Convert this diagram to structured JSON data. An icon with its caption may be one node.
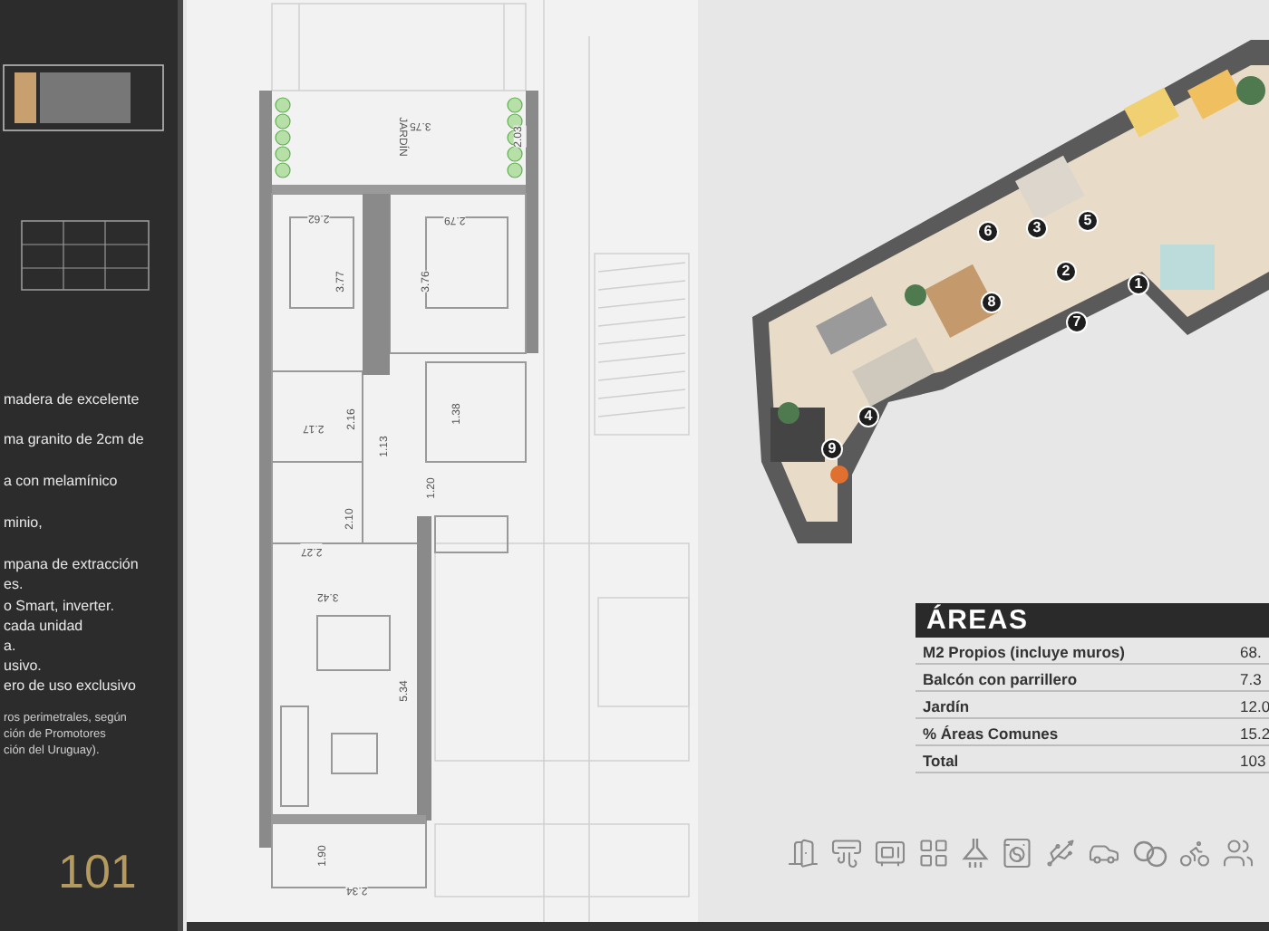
{
  "diagram": {
    "labels": [
      "madera de excelente",
      "ma granito de 2cm de",
      "a con melamínico",
      "minio,",
      "mpana de extracción",
      "es.",
      "o Smart, inverter.",
      "cada unidad",
      "a.",
      "usivo.",
      "ero de uso exclusivo",
      "ros perimetrales, según",
      "ción de Promotores",
      "ción del Uruguay).",
      "101",
      "JARDÍN",
      "3.75",
      "2.03",
      "2.62",
      "2.79",
      "3.77",
      "3.76",
      "2.17",
      "2.16",
      "1.38",
      "1.13",
      "1.20",
      "2.10",
      "2.27",
      "3.42",
      "5.34",
      "1.90",
      "2.34",
      "1",
      "2",
      "3",
      "4",
      "5",
      "6",
      "7",
      "8",
      "9",
      "ÁREAS",
      "M2 Propios (incluye muros)",
      "68.",
      "Balcón con parrillero",
      "7.3",
      "Jardín",
      "12.0",
      "% Áreas Comunes",
      "15.2",
      "Total",
      "103"
    ]
  }
}
